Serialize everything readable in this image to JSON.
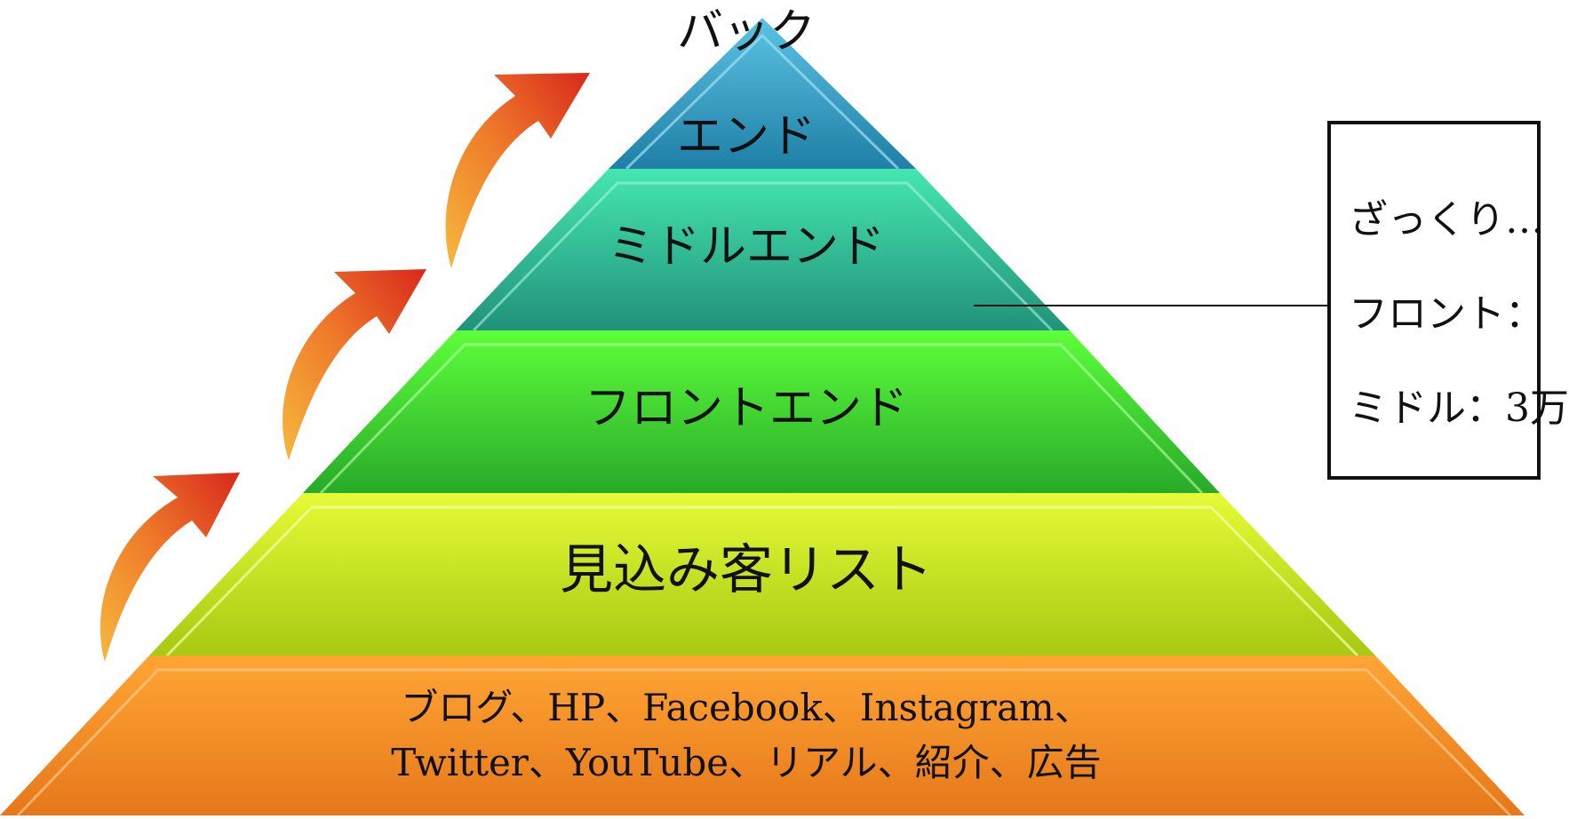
{
  "pyramid": {
    "back_end_line1": "バック",
    "back_end_line2": "エンド",
    "middle_end": "ミドルエンド",
    "front_end": "フロントエンド",
    "prospect_list": "見込み客リスト",
    "base_line1": "ブログ、HP、Facebook、Instagram、",
    "base_line2": "Twitter、YouTube、リアル、紹介、広告"
  },
  "note": {
    "line1": "ざっくり…",
    "line2": "フロント：",
    "line3": "ミドル：3万"
  },
  "colors": {
    "back_end": "#2a9cc2",
    "middle_end": "#2fb89c",
    "front_end": "#3ad23a",
    "prospect": "#d2e81e",
    "base": "#f59320",
    "arrow": "#e2461e"
  },
  "icons": [
    "upward-curved-arrow-icon"
  ]
}
